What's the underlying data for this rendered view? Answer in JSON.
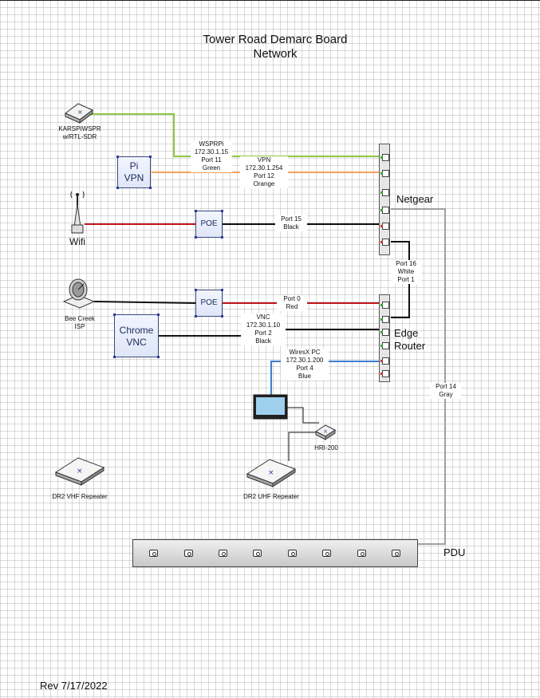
{
  "title": {
    "line1": "Tower Road Demarc Board",
    "line2": "Network"
  },
  "revision": "Rev 7/17/2022",
  "devices": {
    "karspiwspr": {
      "line1": "KARSPIWSPR",
      "line2": "w/RTL-SDR"
    },
    "pi_vpn": {
      "line1": "Pi",
      "line2": "VPN"
    },
    "wifi": "Wifi",
    "poe_top": "POE",
    "poe_bottom": "POE",
    "bee_creek": {
      "line1": "Bee Creek",
      "line2": "ISP"
    },
    "chrome_vnc": {
      "line1": "Chrome",
      "line2": "VNC"
    },
    "netgear": "Netgear",
    "edge_router": {
      "line1": "Edge",
      "line2": "Router"
    },
    "hri200": "HRI-200",
    "dr2_vhf": "DR2 VHF Repeater",
    "dr2_uhf": "DR2 UHF Repeater",
    "pdu": "PDU"
  },
  "connections": {
    "wsprpi": {
      "line1": "WSPRPi",
      "line2": "172.30.1.15",
      "line3": "Port 11",
      "line4": "Green"
    },
    "vpn": {
      "line1": "VPN",
      "line2": "172.30.1.254",
      "line3": "Port 12",
      "line4": "Orange"
    },
    "port15": {
      "line1": "Port 15",
      "line2": "Black"
    },
    "port16": {
      "line1": "Port 16",
      "line2": "White",
      "line3": "Port 1"
    },
    "port0": {
      "line1": "Port 0",
      "line2": "Red"
    },
    "vnc": {
      "line1": "VNC",
      "line2": "172.30.1.10",
      "line3": "Port 2",
      "line4": "Black"
    },
    "wiresx": {
      "line1": "WiresX PC",
      "line2": "172.30.1.200",
      "line3": "Port 4",
      "line4": "Blue"
    },
    "port14": {
      "line1": "Port 14",
      "line2": "Gray"
    }
  },
  "colors": {
    "green": "#8dc63f",
    "orange": "#f7a35c",
    "red": "#c0161c",
    "black": "#111111",
    "blue": "#3a7fd0",
    "gray": "#a0a0a0"
  }
}
